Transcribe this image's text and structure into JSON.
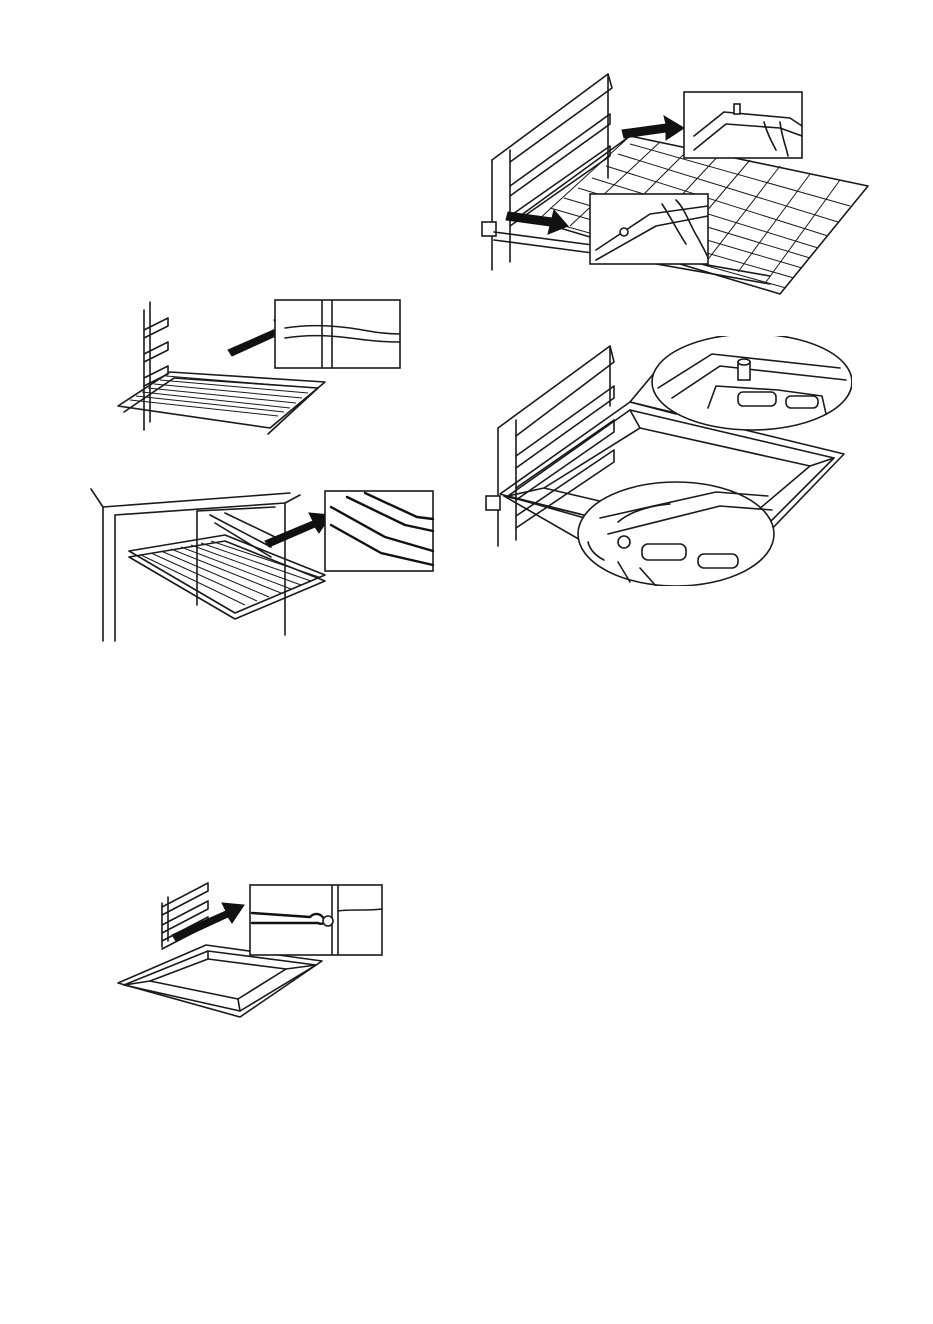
{
  "page": {
    "background": "#ffffff",
    "line_color": "#1a1a1a"
  },
  "figures": [
    {
      "name": "wire-shelf-on-side-rails"
    },
    {
      "name": "wire-shelf-inserted-in-oven"
    },
    {
      "name": "deep-tray-on-side-rails"
    },
    {
      "name": "telescopic-rails-wire-shelf"
    },
    {
      "name": "telescopic-rails-tray"
    }
  ]
}
